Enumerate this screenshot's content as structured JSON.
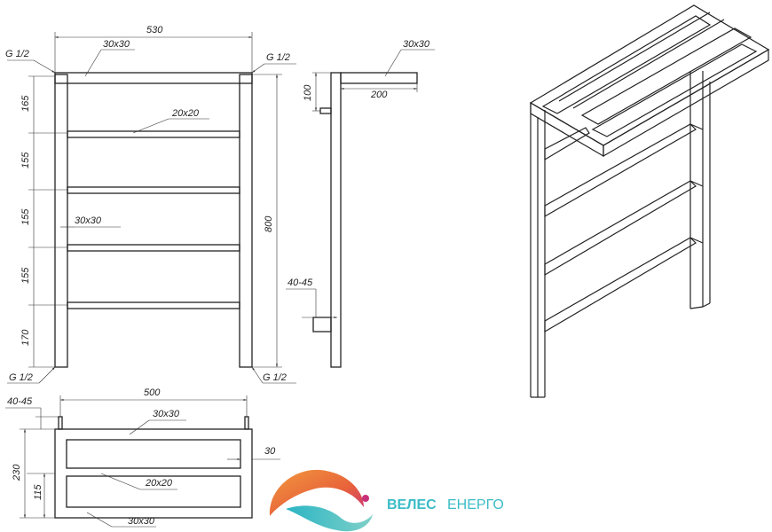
{
  "front_view": {
    "width_label": "530",
    "top_pipe_label": "30x30",
    "connector_left_label": "G 1/2",
    "connector_right_label": "G 1/2",
    "rung_label": "20x20",
    "post_label": "30x30",
    "spacing_labels": [
      "165",
      "155",
      "155",
      "155",
      "170"
    ],
    "height_label": "800",
    "bottom_left_label": "G 1/2",
    "bottom_right_label": "G 1/2"
  },
  "side_view": {
    "shelf_pipe_label": "30x30",
    "shelf_height_label": "100",
    "shelf_depth_label": "200",
    "offset_label": "40-45"
  },
  "top_view": {
    "width_label": "500",
    "offset_label": "40-45",
    "frame_label": "30x30",
    "gap_label": "30",
    "depth_label": "230",
    "half_label": "115",
    "rung_label": "20x20",
    "bottom_frame_label": "30x30"
  },
  "brand": {
    "name_bold": "ВЕЛЕС",
    "name_light": "ЕНЕРГО",
    "colors": {
      "text": "#3bbcc7",
      "warm": "#e8623a",
      "cool": "#2bb5c4",
      "magenta": "#c8317a"
    }
  }
}
